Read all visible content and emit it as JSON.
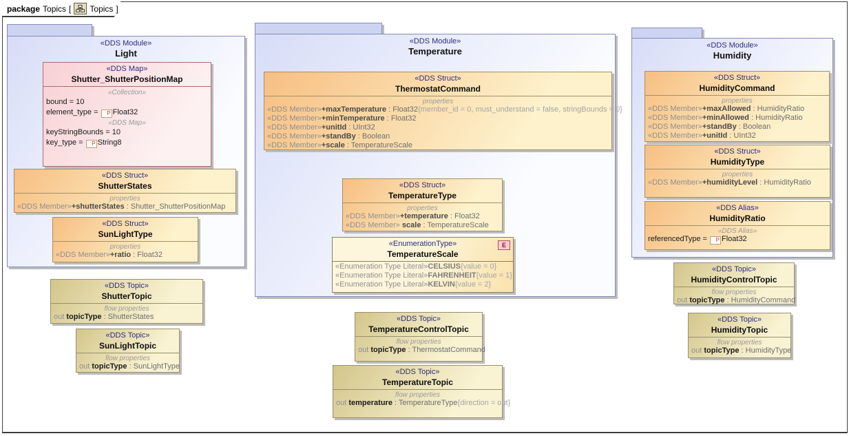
{
  "frame": {
    "kind_label": "package",
    "title": "Topics",
    "bracket_open": "[",
    "diagram_name": "Topics",
    "bracket_close": "]",
    "icon": "package-diagram-icon"
  },
  "palette": {
    "module_border": "#8689bb",
    "module_fill": "#d7ddf7",
    "module_tab_fill": "#cdd4f1",
    "struct_border": "#a39064",
    "struct_fill_start": "#f7bf82",
    "struct_fill_end": "#fdf2cc",
    "map_border": "#b06a6a",
    "map_fill_start": "#f8d0d4",
    "map_fill_end": "#fdf1f1",
    "topic_border": "#98906c",
    "topic_fill_start": "#d3c68b",
    "topic_fill_end": "#f9f3d3",
    "enum_fill": "#fdf6dc",
    "stereotype_text": "#2d2d7e",
    "shadow": "#bcbcbc"
  },
  "modules": {
    "light": {
      "stereotype": "«DDS Module»",
      "name": "Light"
    },
    "temperature": {
      "stereotype": "«DDS Module»",
      "name": "Temperature"
    },
    "humidity": {
      "stereotype": "«DDS Module»",
      "name": "Humidity"
    }
  },
  "boxes": [
    {
      "id": "shutter-map",
      "kind": "map",
      "stereotype": "«DDS Map»",
      "name": "Shutter_ShutterPositionMap",
      "compartments": [
        {
          "lines": [
            {
              "a": "c",
              "segs": [
                {
                  "t": "«Collection»",
                  "c": "lbl"
                }
              ]
            },
            {
              "a": "l",
              "segs": [
                {
                  "t": "bound = 10",
                  "c": "bk"
                }
              ]
            },
            {
              "a": "l",
              "segs": [
                {
                  "t": "element_type = ",
                  "c": "bk"
                },
                {
                  "icon": "value-type-icon",
                  "t": "P"
                },
                {
                  "t": "Float32",
                  "c": "bk"
                }
              ]
            },
            {
              "a": "c",
              "segs": [
                {
                  "t": "«DDS Map»",
                  "c": "lbl"
                }
              ]
            },
            {
              "a": "l",
              "segs": [
                {
                  "t": "keyStringBounds = 10",
                  "c": "bk"
                }
              ]
            },
            {
              "a": "l",
              "segs": [
                {
                  "t": "key_type = ",
                  "c": "bk"
                },
                {
                  "icon": "value-type-icon",
                  "t": "P"
                },
                {
                  "t": "String8",
                  "c": "bk"
                }
              ]
            }
          ]
        }
      ]
    },
    {
      "id": "shutter-states",
      "kind": "struct",
      "stereotype": "«DDS Struct»",
      "name": "ShutterStates",
      "compartments": [
        {
          "lines": [
            {
              "a": "c",
              "segs": [
                {
                  "t": "properties",
                  "c": "lbl"
                }
              ]
            },
            {
              "a": "l",
              "segs": [
                {
                  "t": "«DDS Member»",
                  "c": "st"
                },
                {
                  "t": "+shutterStates",
                  "c": "nm"
                },
                {
                  "t": " : Shutter_ShutterPositionMap",
                  "c": "ty"
                }
              ]
            }
          ]
        }
      ]
    },
    {
      "id": "sunlight-type",
      "kind": "struct",
      "stereotype": "«DDS Struct»",
      "name": "SunLightType",
      "compartments": [
        {
          "lines": [
            {
              "a": "c",
              "segs": [
                {
                  "t": "properties",
                  "c": "lbl"
                }
              ]
            },
            {
              "a": "l",
              "segs": [
                {
                  "t": "«DDS Member»",
                  "c": "st"
                },
                {
                  "t": "+ratio",
                  "c": "nm"
                },
                {
                  "t": " : Float32",
                  "c": "ty"
                }
              ]
            }
          ]
        }
      ]
    },
    {
      "id": "shutter-topic",
      "kind": "topic",
      "stereotype": "«DDS Topic»",
      "name": "ShutterTopic",
      "compartments": [
        {
          "lines": [
            {
              "a": "c",
              "segs": [
                {
                  "t": "flow properties",
                  "c": "lbl"
                }
              ]
            },
            {
              "a": "l",
              "segs": [
                {
                  "t": "out ",
                  "c": "st"
                },
                {
                  "t": "topicType",
                  "c": "nmb"
                },
                {
                  "t": " : ShutterStates",
                  "c": "ty"
                }
              ]
            }
          ]
        }
      ]
    },
    {
      "id": "sunlight-topic",
      "kind": "topic",
      "stereotype": "«DDS Topic»",
      "name": "SunLightTopic",
      "compartments": [
        {
          "lines": [
            {
              "a": "c",
              "segs": [
                {
                  "t": "flow properties",
                  "c": "lbl"
                }
              ]
            },
            {
              "a": "l",
              "segs": [
                {
                  "t": "out ",
                  "c": "st"
                },
                {
                  "t": "topicType",
                  "c": "nmb"
                },
                {
                  "t": " : SunLightType",
                  "c": "ty"
                }
              ]
            }
          ]
        }
      ]
    },
    {
      "id": "thermostat-command",
      "kind": "struct",
      "stereotype": "«DDS Struct»",
      "name": "ThermostatCommand",
      "compartments": [
        {
          "lines": [
            {
              "a": "c",
              "segs": [
                {
                  "t": "properties",
                  "c": "lbl"
                }
              ]
            },
            {
              "a": "l",
              "segs": [
                {
                  "t": "«DDS Member»",
                  "c": "st"
                },
                {
                  "t": "+maxTemperature",
                  "c": "nm"
                },
                {
                  "t": " : Float32",
                  "c": "ty"
                },
                {
                  "t": "{member_id = 0, must_understand = false, stringBounds = 0}",
                  "c": "xt"
                }
              ]
            },
            {
              "a": "l",
              "segs": [
                {
                  "t": "«DDS Member»",
                  "c": "st"
                },
                {
                  "t": "+minTemperature",
                  "c": "nm"
                },
                {
                  "t": " : Float32",
                  "c": "ty"
                }
              ]
            },
            {
              "a": "l",
              "segs": [
                {
                  "t": "«DDS Member»",
                  "c": "st"
                },
                {
                  "t": "+unitId",
                  "c": "nm"
                },
                {
                  "t": " : UInt32",
                  "c": "ty"
                }
              ]
            },
            {
              "a": "l",
              "segs": [
                {
                  "t": "«DDS Member»",
                  "c": "st"
                },
                {
                  "t": "+standBy",
                  "c": "nm"
                },
                {
                  "t": " : Boolean",
                  "c": "ty"
                }
              ]
            },
            {
              "a": "l",
              "segs": [
                {
                  "t": "«DDS Member»",
                  "c": "st"
                },
                {
                  "t": "+scale",
                  "c": "nm"
                },
                {
                  "t": " : TemperatureScale",
                  "c": "ty"
                }
              ]
            }
          ]
        }
      ]
    },
    {
      "id": "temperature-type",
      "kind": "struct",
      "stereotype": "«DDS Struct»",
      "name": "TemperatureType",
      "compartments": [
        {
          "lines": [
            {
              "a": "c",
              "segs": [
                {
                  "t": "properties",
                  "c": "lbl"
                }
              ]
            },
            {
              "a": "l",
              "segs": [
                {
                  "t": "«DDS Member»",
                  "c": "st"
                },
                {
                  "t": "+temperature",
                  "c": "nm"
                },
                {
                  "t": " : Float32",
                  "c": "ty"
                }
              ]
            },
            {
              "a": "l",
              "segs": [
                {
                  "t": "«DDS Member» ",
                  "c": "st"
                },
                {
                  "t": "scale",
                  "c": "nm"
                },
                {
                  "t": " : TemperatureScale",
                  "c": "ty"
                }
              ]
            }
          ]
        }
      ]
    },
    {
      "id": "temperature-scale",
      "kind": "enum",
      "stereotype": "«EnumerationType»",
      "name": "TemperatureScale",
      "badge": {
        "icon": "enumeration-icon",
        "t": "E"
      },
      "compartments": [
        {
          "lines": [
            {
              "a": "l",
              "segs": [
                {
                  "t": "«Enumeration Type Literal»",
                  "c": "st"
                },
                {
                  "t": "CELSIUS",
                  "c": "enm"
                },
                {
                  "t": "{value = 0}",
                  "c": "xt"
                }
              ]
            },
            {
              "a": "l",
              "segs": [
                {
                  "t": "«Enumeration Type Literal»",
                  "c": "st"
                },
                {
                  "t": "FAHRENHEIT",
                  "c": "enm"
                },
                {
                  "t": "{value = 1}",
                  "c": "xt"
                }
              ]
            },
            {
              "a": "l",
              "segs": [
                {
                  "t": "«Enumeration Type Literal»",
                  "c": "st"
                },
                {
                  "t": "KELVIN",
                  "c": "enm"
                },
                {
                  "t": "{value = 2}",
                  "c": "xt"
                }
              ]
            }
          ]
        }
      ]
    },
    {
      "id": "temperature-control-topic",
      "kind": "topic",
      "stereotype": "«DDS Topic»",
      "name": "TemperatureControlTopic",
      "compartments": [
        {
          "lines": [
            {
              "a": "c",
              "segs": [
                {
                  "t": "flow properties",
                  "c": "lbl"
                }
              ]
            },
            {
              "a": "l",
              "segs": [
                {
                  "t": "out ",
                  "c": "st"
                },
                {
                  "t": "topicType",
                  "c": "nmb"
                },
                {
                  "t": " : ThermostatCommand",
                  "c": "ty"
                }
              ]
            }
          ]
        }
      ]
    },
    {
      "id": "temperature-topic",
      "kind": "topic",
      "stereotype": "«DDS Topic»",
      "name": "TemperatureTopic",
      "compartments": [
        {
          "lines": [
            {
              "a": "c",
              "segs": [
                {
                  "t": "flow properties",
                  "c": "lbl"
                }
              ]
            },
            {
              "a": "l",
              "segs": [
                {
                  "t": "out ",
                  "c": "st"
                },
                {
                  "t": "temperature",
                  "c": "nmb"
                },
                {
                  "t": " : TemperatureType",
                  "c": "ty"
                },
                {
                  "t": "{direction = out}",
                  "c": "xt"
                }
              ]
            }
          ]
        }
      ]
    },
    {
      "id": "humidity-command",
      "kind": "struct",
      "stereotype": "«DDS Struct»",
      "name": "HumidityCommand",
      "compartments": [
        {
          "lines": [
            {
              "a": "c",
              "segs": [
                {
                  "t": "properties",
                  "c": "lbl"
                }
              ]
            },
            {
              "a": "l",
              "segs": [
                {
                  "t": "«DDS Member»",
                  "c": "st"
                },
                {
                  "t": "+maxAllowed",
                  "c": "nm"
                },
                {
                  "t": " : HumidityRatio",
                  "c": "ty"
                }
              ]
            },
            {
              "a": "l",
              "segs": [
                {
                  "t": "«DDS Member»",
                  "c": "st"
                },
                {
                  "t": "+minAllowed",
                  "c": "nm"
                },
                {
                  "t": " : HumidityRatio",
                  "c": "ty"
                }
              ]
            },
            {
              "a": "l",
              "segs": [
                {
                  "t": "«DDS Member»",
                  "c": "st"
                },
                {
                  "t": "+standBy",
                  "c": "nm"
                },
                {
                  "t": " : Boolean",
                  "c": "ty"
                }
              ]
            },
            {
              "a": "l",
              "segs": [
                {
                  "t": "«DDS Member»",
                  "c": "st"
                },
                {
                  "t": "+unitId",
                  "c": "nm"
                },
                {
                  "t": " : UInt32",
                  "c": "ty"
                }
              ]
            }
          ]
        }
      ]
    },
    {
      "id": "humidity-type",
      "kind": "struct",
      "stereotype": "«DDS Struct»",
      "name": "HumidityType",
      "compartments": [
        {
          "lines": [
            {
              "a": "c",
              "segs": [
                {
                  "t": "properties",
                  "c": "lbl"
                }
              ]
            },
            {
              "a": "l",
              "segs": [
                {
                  "t": "«DDS Member»",
                  "c": "st"
                },
                {
                  "t": "+humidityLevel",
                  "c": "nm"
                },
                {
                  "t": " : HumidityRatio",
                  "c": "ty"
                }
              ]
            }
          ]
        }
      ]
    },
    {
      "id": "humidity-ratio",
      "kind": "alias",
      "stereotype": "«DDS Alias»",
      "name": "HumidityRatio",
      "compartments": [
        {
          "lines": [
            {
              "a": "c",
              "segs": [
                {
                  "t": "«DDS Alias»",
                  "c": "lbl"
                }
              ]
            },
            {
              "a": "l",
              "segs": [
                {
                  "t": "referencedType = ",
                  "c": "bk"
                },
                {
                  "icon": "value-type-icon",
                  "t": "P"
                },
                {
                  "t": "Float32",
                  "c": "bk"
                }
              ]
            }
          ]
        }
      ]
    },
    {
      "id": "humidity-control-topic",
      "kind": "topic",
      "stereotype": "«DDS Topic»",
      "name": "HumidityControlTopic",
      "compartments": [
        {
          "lines": [
            {
              "a": "c",
              "segs": [
                {
                  "t": "flow properties",
                  "c": "lbl"
                }
              ]
            },
            {
              "a": "l",
              "segs": [
                {
                  "t": "out ",
                  "c": "st"
                },
                {
                  "t": "topicType",
                  "c": "nmb"
                },
                {
                  "t": " : HumidityCommand",
                  "c": "ty"
                }
              ]
            }
          ]
        }
      ]
    },
    {
      "id": "humidity-topic",
      "kind": "topic",
      "stereotype": "«DDS Topic»",
      "name": "HumidityTopic",
      "compartments": [
        {
          "lines": [
            {
              "a": "c",
              "segs": [
                {
                  "t": "flow properties",
                  "c": "lbl"
                }
              ]
            },
            {
              "a": "l",
              "segs": [
                {
                  "t": "out ",
                  "c": "st"
                },
                {
                  "t": "topicType",
                  "c": "nmb"
                },
                {
                  "t": " : HumidityType",
                  "c": "ty"
                }
              ]
            }
          ]
        }
      ]
    }
  ]
}
